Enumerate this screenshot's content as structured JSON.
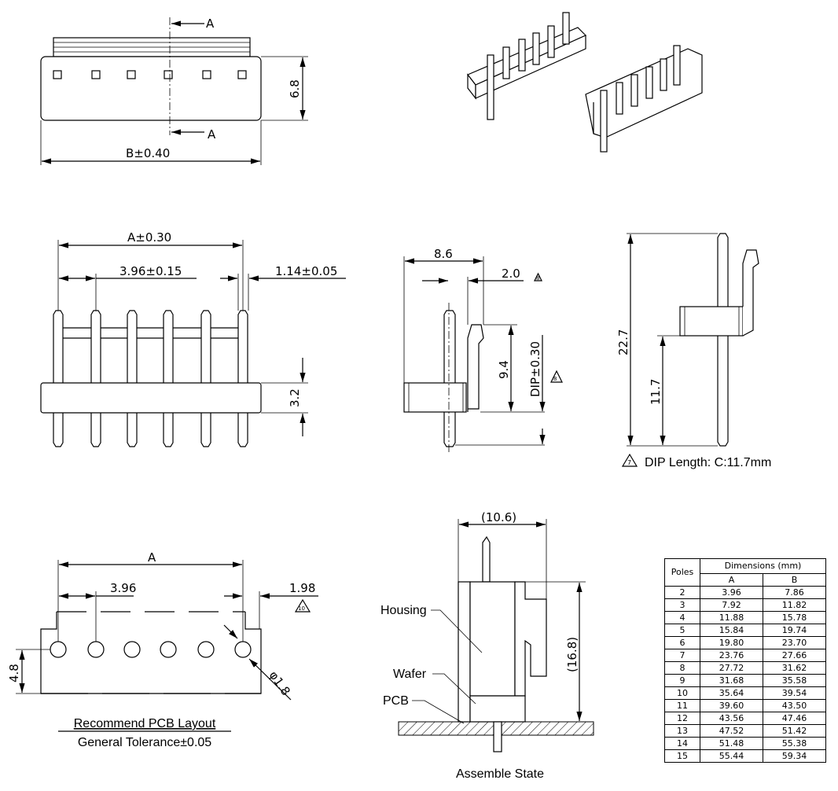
{
  "top_view": {
    "section_label_top": "A",
    "section_label_bottom": "A",
    "height_dim": "6.8",
    "width_dim": "B±0.40"
  },
  "front_view": {
    "width_dim": "A±0.30",
    "pitch_dim": "3.96±0.15",
    "pin_dim": "1.14±0.05",
    "height_dim": "3.2"
  },
  "side_view": {
    "depth_dim": "8.6",
    "offset_dim": "2.0",
    "offset_note": "8",
    "height_dim": "9.4",
    "dip_dim": "DIP±0.30",
    "dip_note": "8"
  },
  "right_view": {
    "total_dim": "22.7",
    "dip_dim": "11.7",
    "note_symbol": "7",
    "note": "DIP Length: C:11.7mm"
  },
  "pcb_layout": {
    "width_dim": "A",
    "pitch_dim": "3.96",
    "edge_dim": "1.98",
    "edge_note": "10",
    "height_dim": "4.8",
    "hole_dim": "φ1.8",
    "title": "Recommend PCB Layout",
    "tolerance": "General Tolerance±0.05"
  },
  "assemble": {
    "width_dim": "(10.6)",
    "height_dim": "(16.8)",
    "housing_label": "Housing",
    "wafer_label": "Wafer",
    "pcb_label": "PCB",
    "title": "Assemble State"
  },
  "table": {
    "poles_header": "Poles",
    "dims_header": "Dimensions  (mm)",
    "col_a": "A",
    "col_b": "B",
    "rows": [
      {
        "poles": "2",
        "a": "3.96",
        "b": "7.86"
      },
      {
        "poles": "3",
        "a": "7.92",
        "b": "11.82"
      },
      {
        "poles": "4",
        "a": "11.88",
        "b": "15.78"
      },
      {
        "poles": "5",
        "a": "15.84",
        "b": "19.74"
      },
      {
        "poles": "6",
        "a": "19.80",
        "b": "23.70"
      },
      {
        "poles": "7",
        "a": "23.76",
        "b": "27.66"
      },
      {
        "poles": "8",
        "a": "27.72",
        "b": "31.62"
      },
      {
        "poles": "9",
        "a": "31.68",
        "b": "35.58"
      },
      {
        "poles": "10",
        "a": "35.64",
        "b": "39.54"
      },
      {
        "poles": "11",
        "a": "39.60",
        "b": "43.50"
      },
      {
        "poles": "12",
        "a": "43.56",
        "b": "47.46"
      },
      {
        "poles": "13",
        "a": "47.52",
        "b": "51.42"
      },
      {
        "poles": "14",
        "a": "51.48",
        "b": "55.38"
      },
      {
        "poles": "15",
        "a": "55.44",
        "b": "59.34"
      }
    ]
  }
}
